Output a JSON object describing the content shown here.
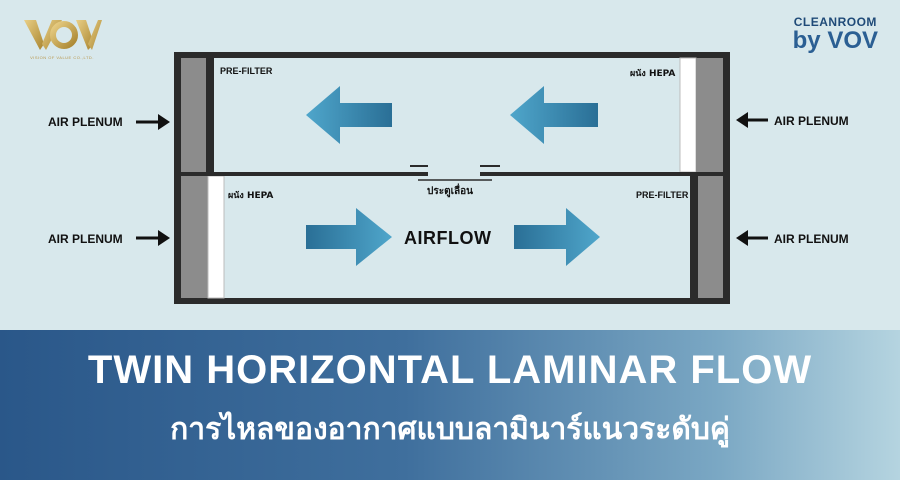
{
  "brand": {
    "left_logo": "VOV",
    "left_tagline": "VISION OF VALUE CO.,LTD.",
    "right_line1": "CLEANROOM",
    "right_line2": "by VOV"
  },
  "diagram": {
    "air_plenum_labels": [
      "AIR PLENUM",
      "AIR PLENUM",
      "AIR PLENUM",
      "AIR PLENUM"
    ],
    "top_channel": {
      "left_filter": "PRE-FILTER",
      "right_filter": "ผนัง HEPA"
    },
    "bottom_channel": {
      "left_filter": "ผนัง HEPA",
      "right_filter": "PRE-FILTER"
    },
    "door_label": "ประตูเลื่อน",
    "airflow_label": "AIRFLOW",
    "colors": {
      "arrow": "#2c78a0",
      "arrow_light": "#4aa0c6",
      "wall": "#2b2b2b",
      "filter": "#8c8c8c",
      "hepa": "#ffffff"
    }
  },
  "banner": {
    "title": "TWIN HORIZONTAL LAMINAR FLOW",
    "subtitle": "การไหลของอากาศแบบลามินาร์แนวระดับคู่"
  }
}
